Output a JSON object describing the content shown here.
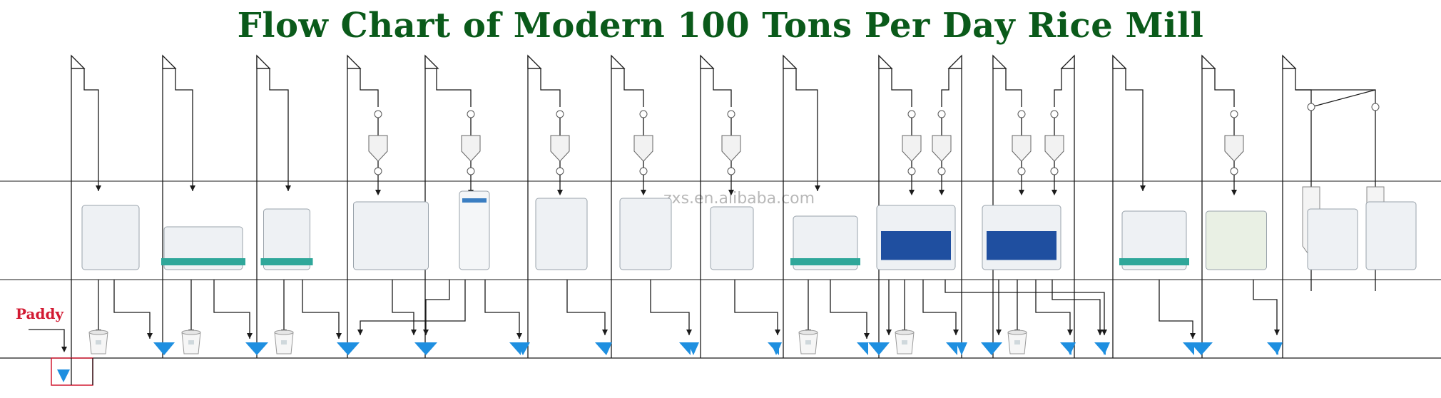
{
  "diagram": {
    "title": "Flow Chart of Modern 100 Tons Per Day Rice Mill",
    "input_label": "Paddy",
    "watermark": "zxs.en.alibaba.com"
  },
  "colors": {
    "title": "#0a5a1a",
    "input_label": "#d21a32",
    "line": "#1a1a1a",
    "bin": "#1e8fe0",
    "machine_frame": "#2fa79a",
    "sorter_blue": "#1f4fa0"
  },
  "icons": [
    "elevator-head-icon",
    "aspirator-fan-icon",
    "bin-hopper-icon",
    "triangle-bin-icon",
    "bucket-icon",
    "machine-icon"
  ]
}
